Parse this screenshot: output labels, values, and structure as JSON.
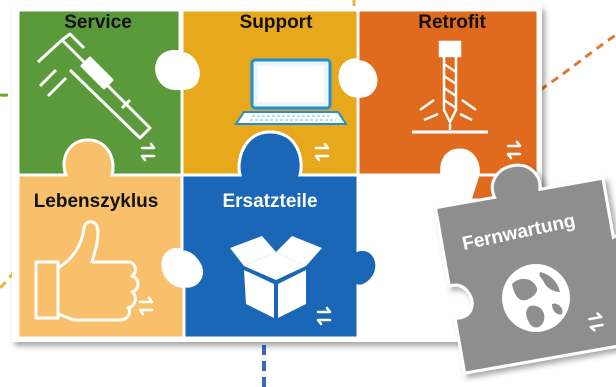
{
  "pieces": {
    "service": {
      "label": "Service",
      "color": "#5b9a3a",
      "icon": "caliper-icon"
    },
    "support": {
      "label": "Support",
      "color": "#e8a81c",
      "icon": "laptop-icon"
    },
    "retrofit": {
      "label": "Retrofit",
      "color": "#e06a1e",
      "icon": "drill-bit-icon"
    },
    "lebenszyklus": {
      "label": "Lebenszyklus",
      "color": "#f8c06a",
      "icon": "thumbs-up-icon"
    },
    "ersatzteile": {
      "label": "Ersatzteile",
      "color": "#1a67b8",
      "icon": "open-box-icon"
    },
    "fernwartung": {
      "label": "Fernwartung",
      "color": "#8e8e8e",
      "icon": "globe-icon"
    }
  },
  "arrow_icon": "swap-arrows-icon",
  "connectors": {
    "green": "#6aaa2e",
    "orange": "#e4782b",
    "yellow": "#e9b63a",
    "blue": "#3a66b5"
  }
}
